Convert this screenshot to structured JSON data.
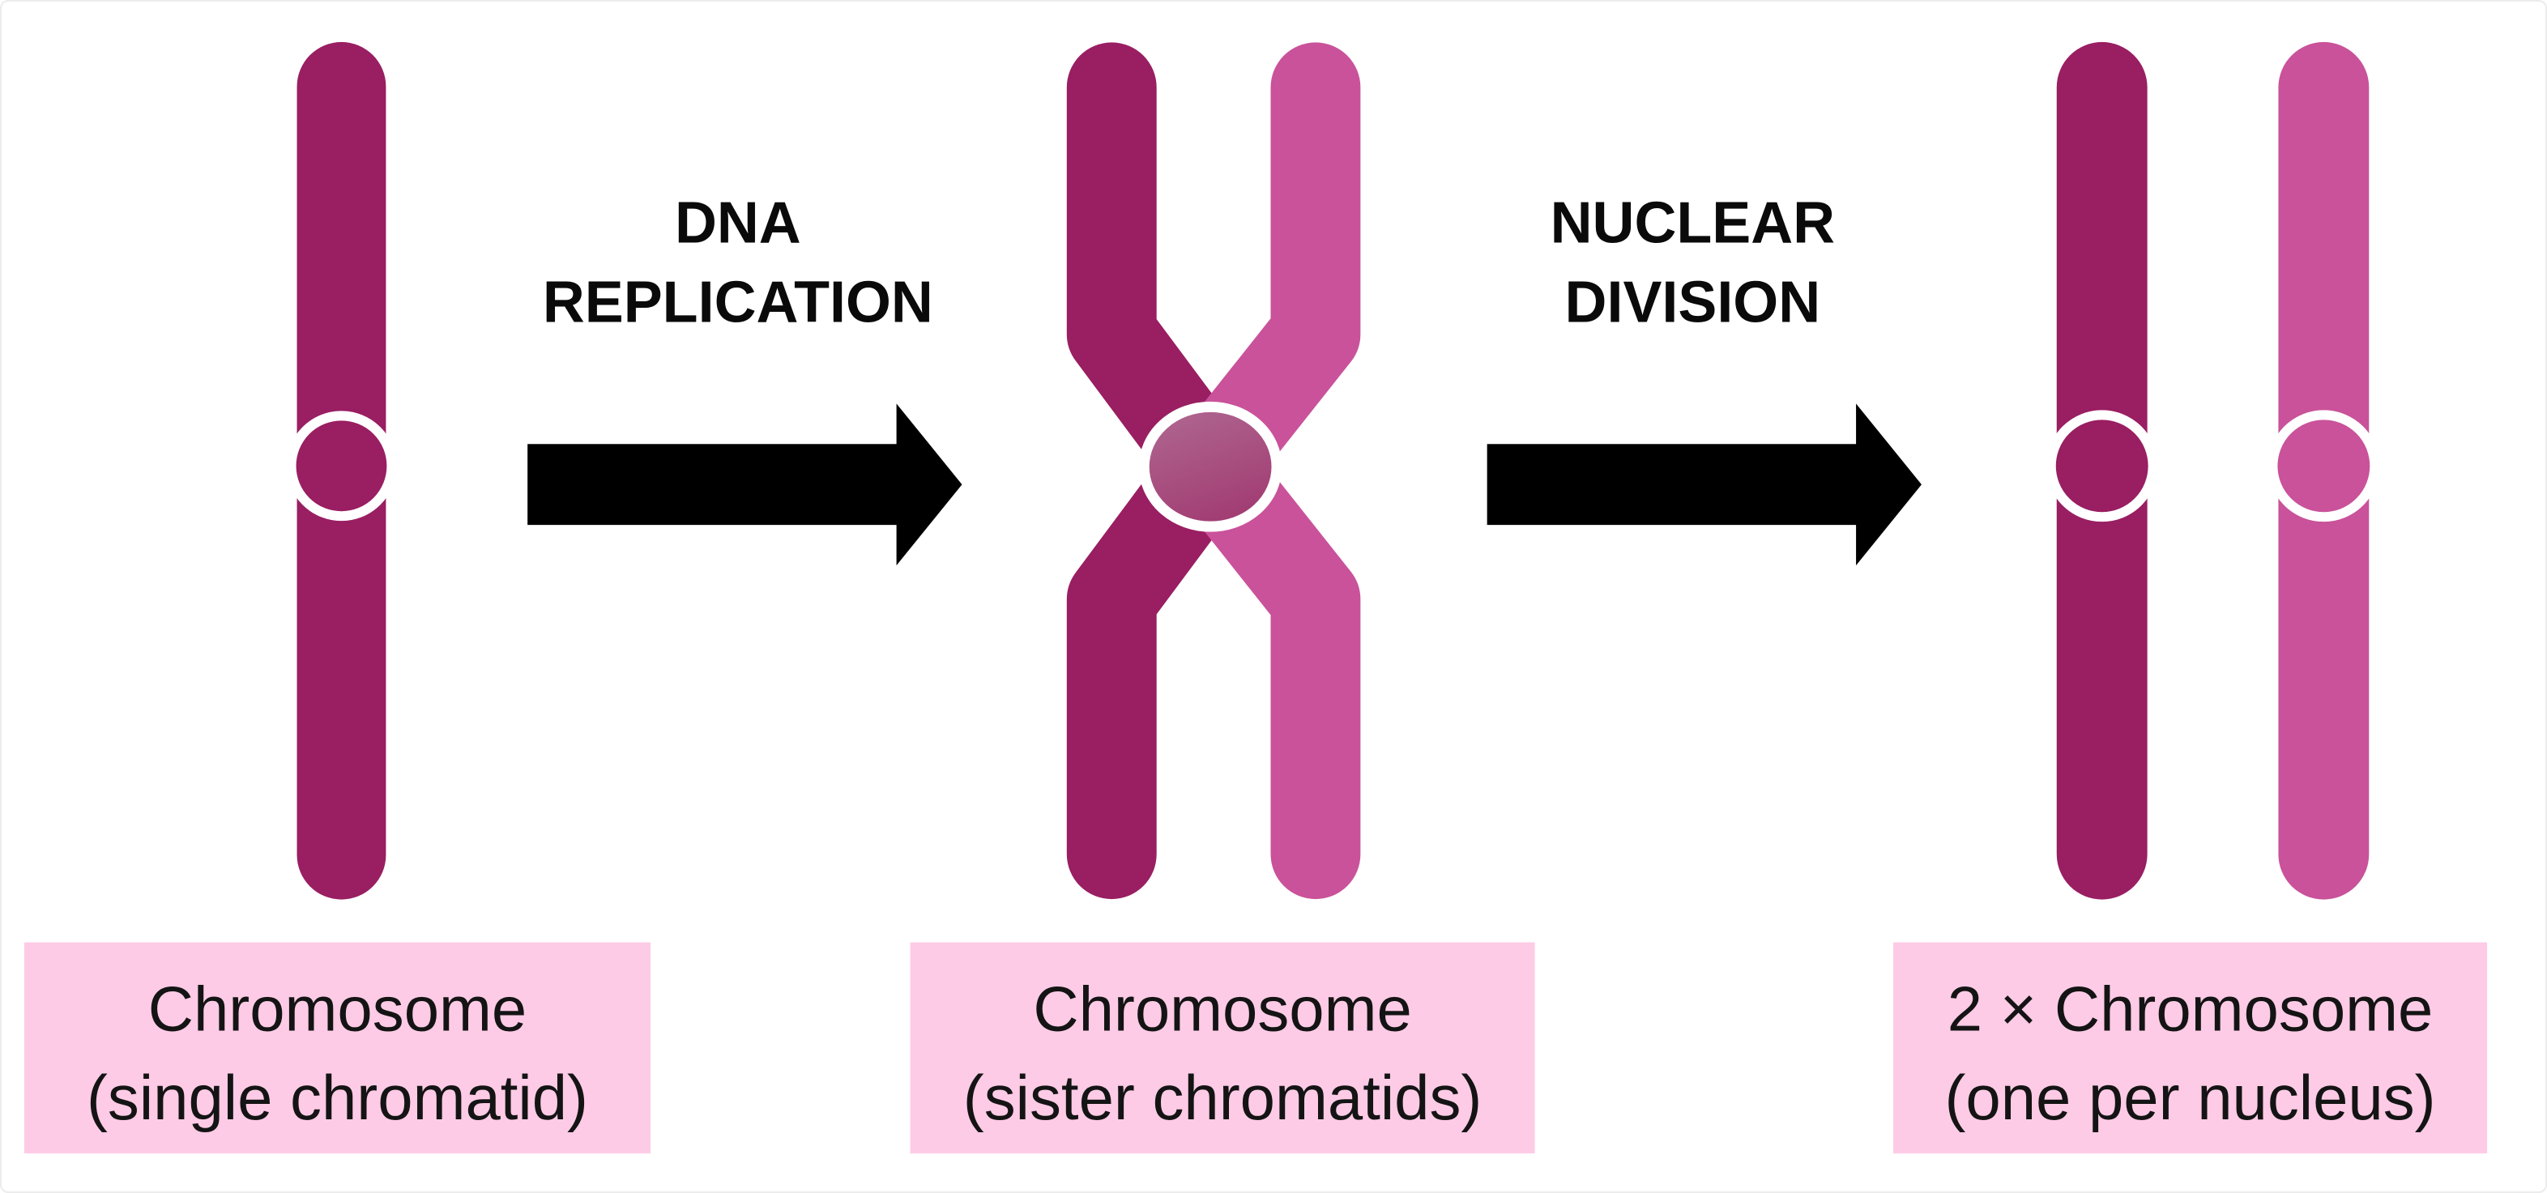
{
  "diagram": {
    "colors": {
      "chromatid_dark": "#991E62",
      "chromatid_light": "#C9529A",
      "centromere_ring": "#FFFFFF",
      "centromere_mid_top": "#B06A92",
      "centromere_mid_bottom": "#A23E74",
      "label_box_bg": "#FDCBE6",
      "arrow_fill": "#000000"
    },
    "stages": [
      {
        "id": "single",
        "label_line1": "Chromosome",
        "label_line2": "(single chromatid)"
      },
      {
        "id": "sister",
        "label_line1": "Chromosome",
        "label_line2": "(sister chromatids)"
      },
      {
        "id": "divided",
        "label_line1": "2 × Chromosome",
        "label_line2": "(one per nucleus)"
      }
    ],
    "processes": [
      {
        "id": "replication",
        "label_line1": "DNA",
        "label_line2": "REPLICATION"
      },
      {
        "id": "division",
        "label_line1": "NUCLEAR",
        "label_line2": "DIVISION"
      }
    ]
  }
}
